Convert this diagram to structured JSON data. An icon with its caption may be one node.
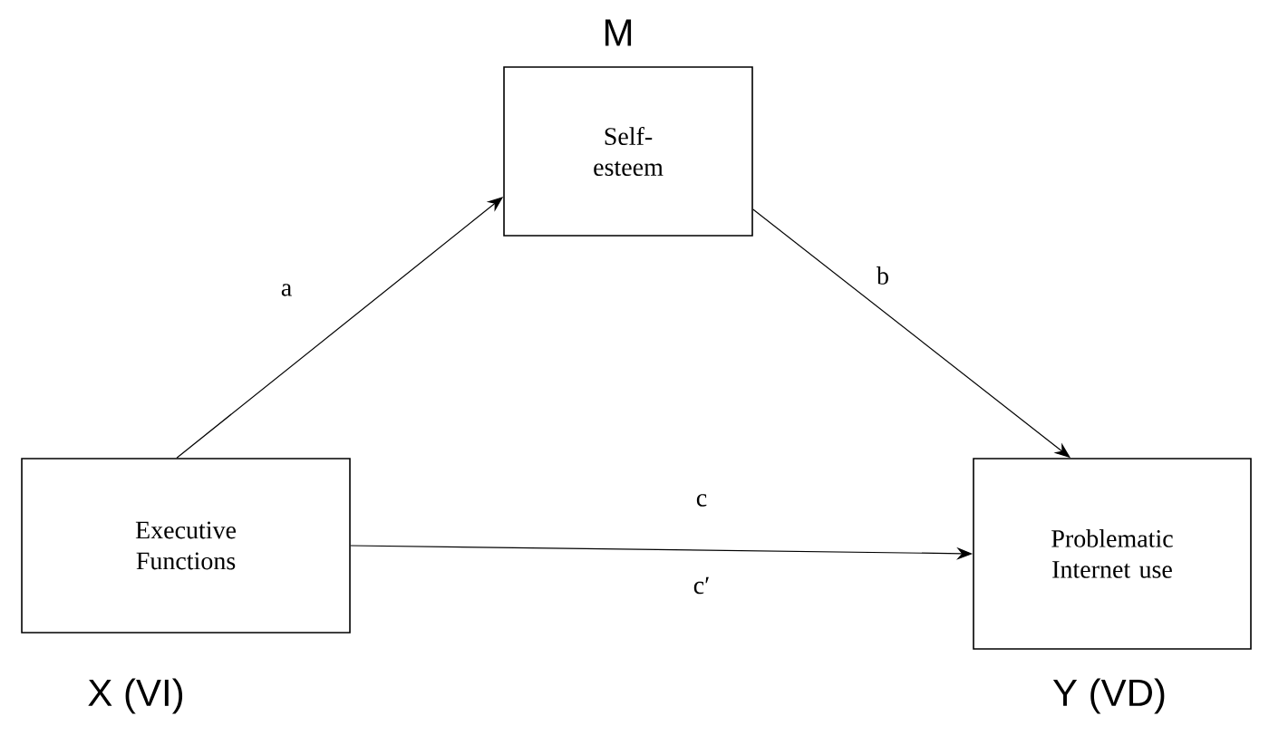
{
  "diagram": {
    "nodes": [
      {
        "text": [
          "Self-esteem"
        ],
        "beside": [
          "M"
        ]
      },
      {
        "text": [
          "Executive Functions"
        ],
        "beside": [
          "X (VI)"
        ]
      },
      {
        "text": [
          "Problematic Internet use"
        ],
        "beside": [
          "Y (VD)"
        ]
      }
    ],
    "edges": [
      {
        "from": 1,
        "to": 0,
        "arrow": "to",
        "label": "a"
      },
      {
        "from": 0,
        "to": 2,
        "arrow": "to",
        "label": "b"
      },
      {
        "from": 1,
        "to": 2,
        "arrow": "to",
        "label": "c"
      }
    ],
    "labels": [
      "c′"
    ]
  }
}
